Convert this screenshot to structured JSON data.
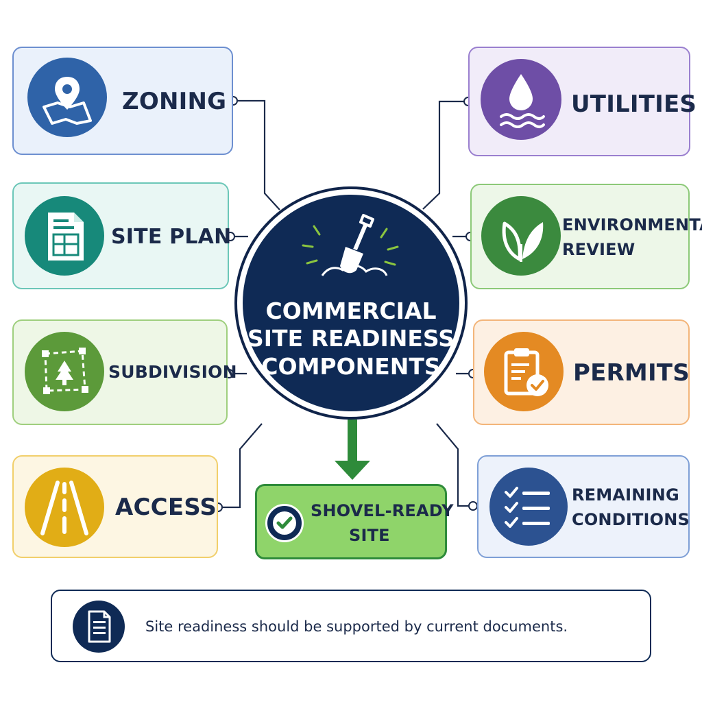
{
  "hub": {
    "title_lines": [
      "COMMERCIAL",
      "SITE READINESS",
      "COMPONENTS"
    ]
  },
  "components": {
    "zoning": {
      "label": "ZONING",
      "icon": "map-pin-icon",
      "color": "#2f63a8"
    },
    "site_plan": {
      "label": "SITE PLAN",
      "icon": "site-plan-document-icon",
      "color": "#17897a"
    },
    "subdivision": {
      "label": "SUBDIVISION",
      "icon": "parcel-boundary-icon",
      "color": "#5c9a3a"
    },
    "access": {
      "label": "ACCESS",
      "icon": "road-icon",
      "color": "#e1ad16"
    },
    "utilities": {
      "label": "UTILITIES",
      "icon": "water-drop-icon",
      "color": "#6e4ea6"
    },
    "environmental": {
      "label_lines": [
        "ENVIRONMENTAL",
        "REVIEW"
      ],
      "icon": "leaf-icon",
      "color": "#3b8a3e"
    },
    "permits": {
      "label": "PERMITS",
      "icon": "clipboard-check-icon",
      "color": "#e48a23"
    },
    "remaining": {
      "label_lines": [
        "REMAINING",
        "CONDITIONS"
      ],
      "icon": "checklist-icon",
      "color": "#2c5291"
    }
  },
  "result": {
    "label_lines": [
      "SHOVEL-READY",
      "SITE"
    ],
    "icon": "check-circle-icon",
    "color": "#2e8b3a"
  },
  "footer": {
    "text": "Site readiness should be supported by current documents.",
    "icon": "document-icon"
  }
}
